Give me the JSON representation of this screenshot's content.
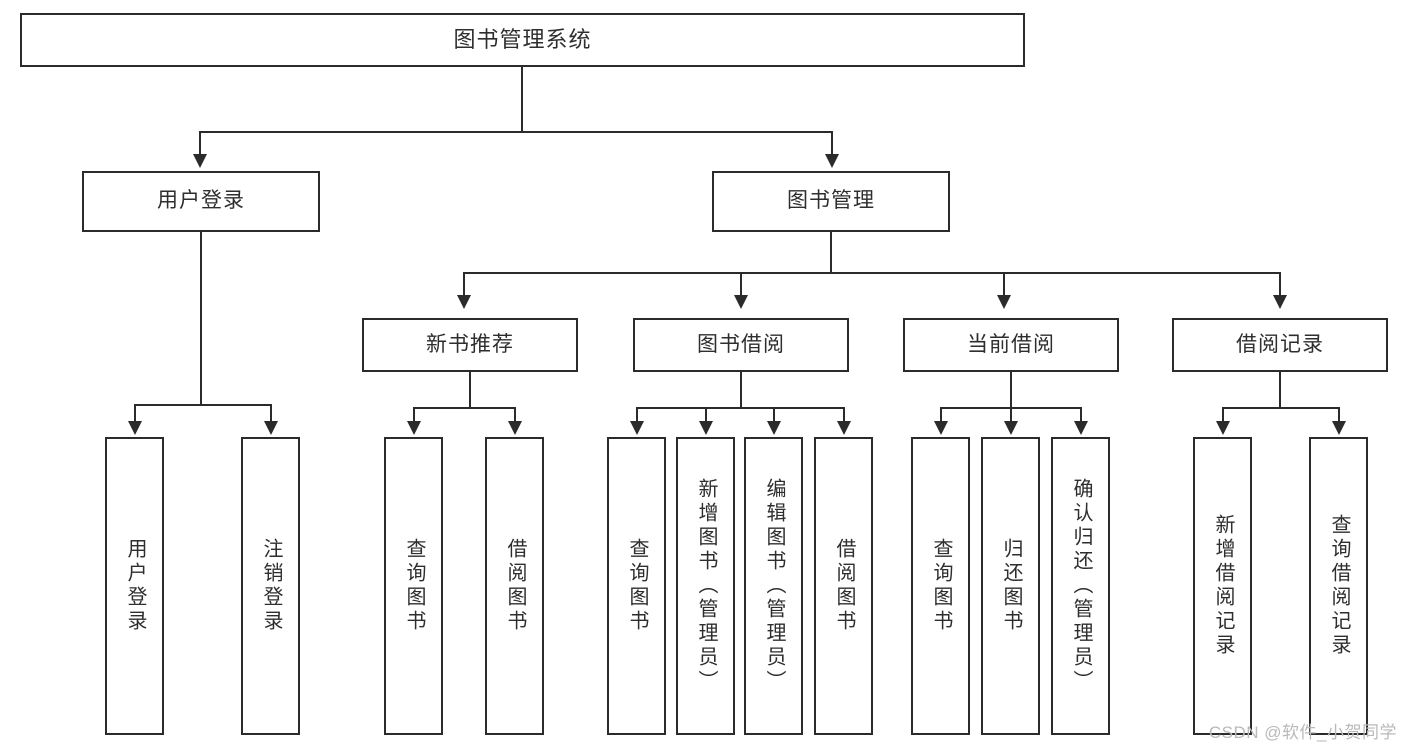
{
  "diagram": {
    "title": "图书管理系统",
    "type": "hierarchy-tree",
    "watermark": "CSDN @软件_小贺同学",
    "colors": {
      "box_border": "#2b2b2b",
      "box_fill": "#ffffff",
      "text": "#2e2e2e",
      "connector": "#2b2b2b",
      "watermark": "#b9b9b9",
      "background": "#ffffff"
    },
    "root": {
      "label": "图书管理系统"
    },
    "level2": [
      {
        "label": "用户登录"
      },
      {
        "label": "图书管理"
      }
    ],
    "level3": [
      {
        "label": "新书推荐"
      },
      {
        "label": "图书借阅"
      },
      {
        "label": "当前借阅"
      },
      {
        "label": "借阅记录"
      }
    ],
    "leaves": {
      "user_login": [
        {
          "label": "用户登录"
        },
        {
          "label": "注销登录"
        }
      ],
      "new_book_recommend": [
        {
          "label": "查询图书"
        },
        {
          "label": "借阅图书"
        }
      ],
      "book_borrow": [
        {
          "label": "查询图书"
        },
        {
          "label": "新增图书（管理员）"
        },
        {
          "label": "编辑图书（管理员）"
        },
        {
          "label": "借阅图书"
        }
      ],
      "current_borrow": [
        {
          "label": "查询图书"
        },
        {
          "label": "归还图书"
        },
        {
          "label": "确认归还（管理员）"
        }
      ],
      "borrow_record": [
        {
          "label": "新增借阅记录"
        },
        {
          "label": "查询借阅记录"
        }
      ]
    }
  }
}
